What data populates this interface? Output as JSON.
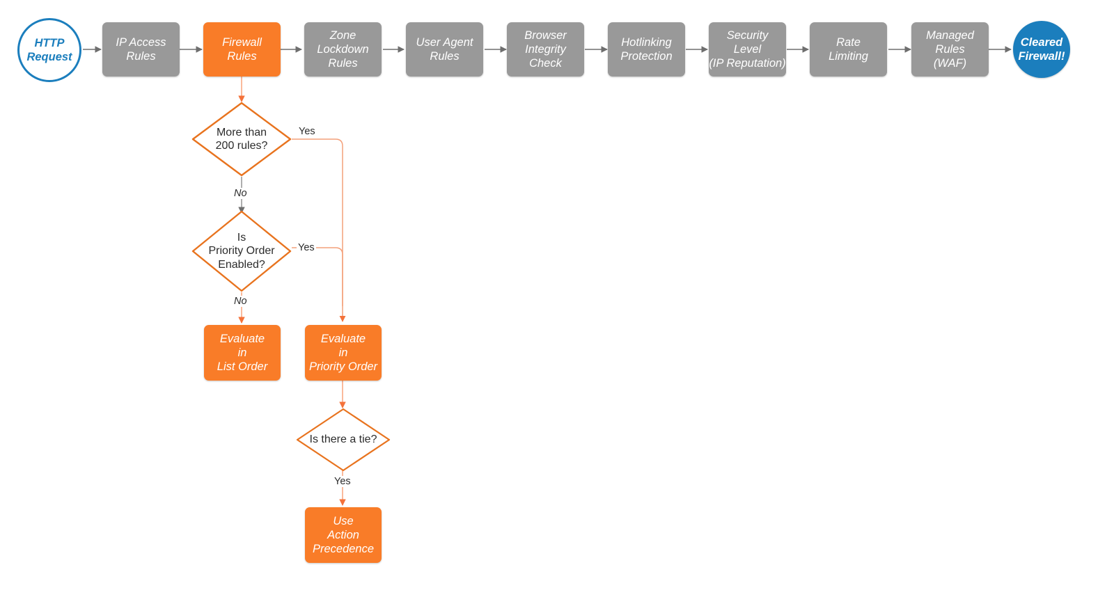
{
  "diagram": {
    "title": "Cloudflare Firewall Request Evaluation Order",
    "colors": {
      "gray": "#999999",
      "orange": "#F97C28",
      "blue": "#1B7EBD",
      "orange_line": "#F4845A",
      "gray_line": "#808080",
      "text_dark": "#2b2b2b"
    }
  },
  "pipeline": [
    {
      "id": "http-request",
      "label": "HTTP\nRequest",
      "shape": "circle",
      "color": "blue-outline"
    },
    {
      "id": "ip-access-rules",
      "label": "IP Access\nRules",
      "shape": "rect",
      "color": "gray"
    },
    {
      "id": "firewall-rules",
      "label": "Firewall\nRules",
      "shape": "rect",
      "color": "orange"
    },
    {
      "id": "zone-lockdown-rules",
      "label": "Zone\nLockdown\nRules",
      "shape": "rect",
      "color": "gray"
    },
    {
      "id": "user-agent-rules",
      "label": "User Agent\nRules",
      "shape": "rect",
      "color": "gray"
    },
    {
      "id": "browser-integrity",
      "label": "Browser\nIntegrity\nCheck",
      "shape": "rect",
      "color": "gray"
    },
    {
      "id": "hotlinking",
      "label": "Hotlinking\nProtection",
      "shape": "rect",
      "color": "gray"
    },
    {
      "id": "security-level",
      "label": "Security\nLevel\n(IP Reputation)",
      "shape": "rect",
      "color": "gray"
    },
    {
      "id": "rate-limiting",
      "label": "Rate\nLimiting",
      "shape": "rect",
      "color": "gray"
    },
    {
      "id": "managed-rules-waf",
      "label": "Managed\nRules\n(WAF)",
      "shape": "rect",
      "color": "gray"
    },
    {
      "id": "cleared-firewall",
      "label": "Cleared\nFirewall!",
      "shape": "circle",
      "color": "blue-filled"
    }
  ],
  "nodes": {
    "http_request": {
      "line1": "HTTP",
      "line2": "Request"
    },
    "ip_access": {
      "line1": "IP Access",
      "line2": "Rules"
    },
    "firewall_rules": {
      "line1": "Firewall",
      "line2": "Rules"
    },
    "zone_lockdown": {
      "line1": "Zone",
      "line2": "Lockdown",
      "line3": "Rules"
    },
    "user_agent": {
      "line1": "User Agent",
      "line2": "Rules"
    },
    "browser_integrity": {
      "line1": "Browser",
      "line2": "Integrity",
      "line3": "Check"
    },
    "hotlinking": {
      "line1": "Hotlinking",
      "line2": "Protection"
    },
    "security_level": {
      "line1": "Security",
      "line2": "Level",
      "line3": "(IP Reputation)"
    },
    "rate_limiting": {
      "line1": "Rate",
      "line2": "Limiting"
    },
    "managed_rules": {
      "line1": "Managed",
      "line2": "Rules",
      "line3": "(WAF)"
    },
    "cleared_firewall": {
      "line1": "Cleared",
      "line2": "Firewall!"
    },
    "more_than_200": {
      "line1": "More than",
      "line2": "200 rules?"
    },
    "priority_enabled": {
      "line1": "Is",
      "line2": "Priority Order",
      "line3": "Enabled?"
    },
    "is_there_tie": {
      "line1": "Is there a tie?"
    },
    "eval_list_order": {
      "line1": "Evaluate",
      "line2": "in",
      "line3": "List Order"
    },
    "eval_priority_order": {
      "line1": "Evaluate",
      "line2": "in",
      "line3": "Priority Order"
    },
    "use_action_precedence": {
      "line1": "Use",
      "line2": "Action",
      "line3": "Precedence"
    }
  },
  "edge_labels": {
    "more_than_200_yes": "Yes",
    "more_than_200_no": "No",
    "priority_enabled_yes": "Yes",
    "priority_enabled_no": "No",
    "is_there_tie_yes": "Yes"
  }
}
